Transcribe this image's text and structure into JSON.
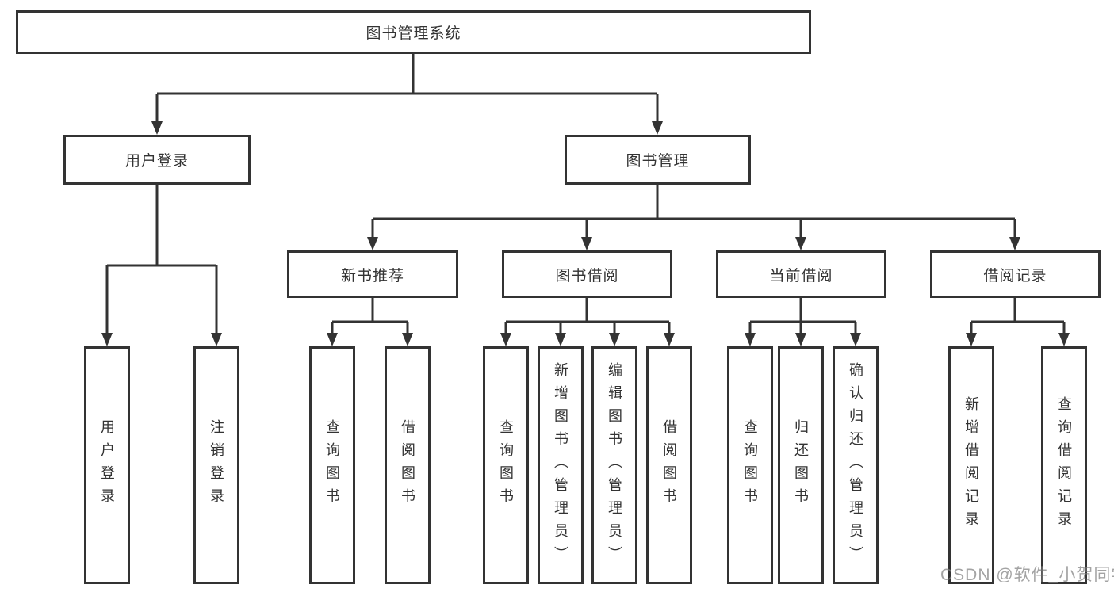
{
  "diagram": {
    "root": "图书管理系统",
    "branches": [
      {
        "label": "用户登录",
        "children": [
          {
            "label": "用户登录"
          },
          {
            "label": "注销登录"
          }
        ]
      },
      {
        "label": "图书管理",
        "children": [
          {
            "label": "新书推荐",
            "children": [
              {
                "label": "查询图书"
              },
              {
                "label": "借阅图书"
              }
            ]
          },
          {
            "label": "图书借阅",
            "children": [
              {
                "label": "查询图书"
              },
              {
                "label": "新增图书（管理员）"
              },
              {
                "label": "编辑图书（管理员）"
              },
              {
                "label": "借阅图书"
              }
            ]
          },
          {
            "label": "当前借阅",
            "children": [
              {
                "label": "查询图书"
              },
              {
                "label": "归还图书"
              },
              {
                "label": "确认归还（管理员）"
              }
            ]
          },
          {
            "label": "借阅记录",
            "children": [
              {
                "label": "新增借阅记录"
              },
              {
                "label": "查询借阅记录"
              }
            ]
          }
        ]
      }
    ]
  },
  "watermark": "CSDN @软件_小贺同学",
  "colors": {
    "line": "#333333",
    "text": "#333333",
    "background": "#ffffff",
    "watermark": "#808080"
  }
}
